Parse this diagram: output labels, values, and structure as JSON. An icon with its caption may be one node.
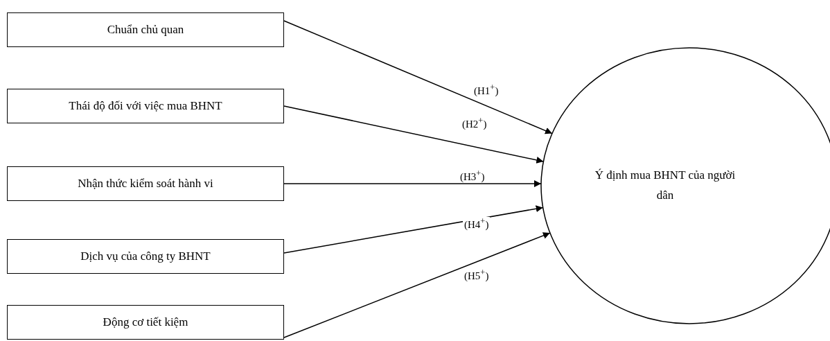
{
  "diagram": {
    "nodes": [
      {
        "text": [
          "Chuẩn chủ quan"
        ]
      },
      {
        "text": [
          "Thái độ đối với việc mua BHNT"
        ]
      },
      {
        "text": [
          "Nhận thức kiểm soát hành vi"
        ]
      },
      {
        "text": [
          "Dịch vụ của công ty BHNT"
        ]
      },
      {
        "text": [
          "Động cơ tiết kiệm"
        ]
      },
      {
        "text": [
          "Ý định mua BHNT của người dân"
        ]
      }
    ],
    "edges": [
      {
        "from": 0,
        "to": 5,
        "arrow": "to",
        "label": "(H1$^{+}$)"
      },
      {
        "from": 1,
        "to": 5,
        "arrow": "to",
        "label": "(H2$^{+}$)"
      },
      {
        "from": 2,
        "to": 5,
        "arrow": "to",
        "label": "(H3$^{+}$)"
      },
      {
        "from": 3,
        "to": 5,
        "arrow": "to",
        "label": "(H4$^{+}$)"
      },
      {
        "from": 4,
        "to": 5,
        "arrow": "to",
        "label": "(H5$^{+}$)"
      }
    ]
  }
}
